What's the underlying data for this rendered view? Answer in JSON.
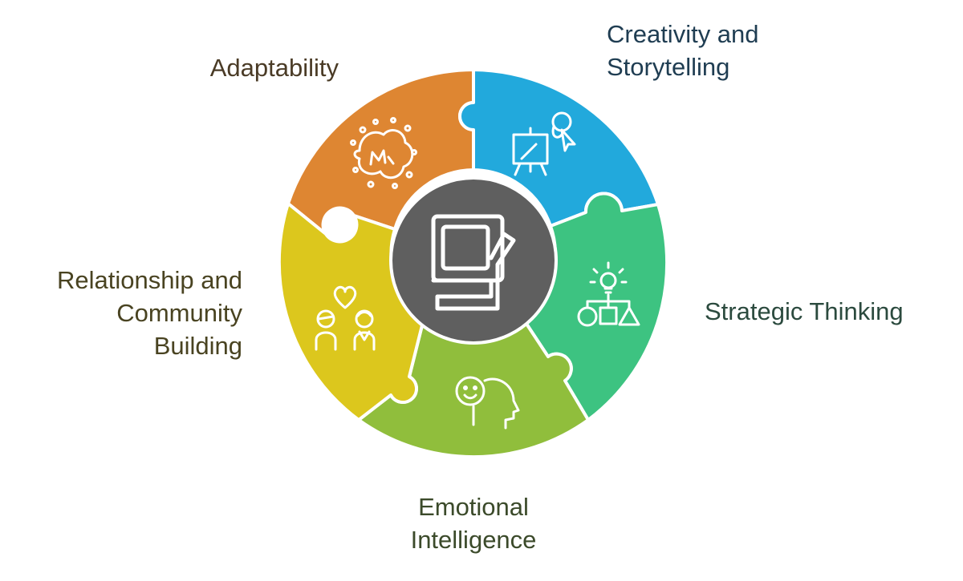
{
  "colors": {
    "adaptability": "#DE8632",
    "creativity": "#22A9DC",
    "strategic": "#3DC381",
    "emotional": "#90BE3C",
    "relationship": "#DCC71D",
    "center": "#5F5F5F",
    "label_adaptability": "#4A3B26",
    "label_creativity": "#1F3D52",
    "label_strategic": "#2B4A3E",
    "label_emotional": "#3B4A2A",
    "label_relationship": "#494321"
  },
  "segments": [
    {
      "id": "adaptability",
      "icon": "meetup-icon",
      "label_lines": [
        "Adaptability"
      ]
    },
    {
      "id": "creativity",
      "icon": "easel-icon",
      "label_lines": [
        "Creativity and",
        "Storytelling"
      ]
    },
    {
      "id": "strategic",
      "icon": "flowchart-icon",
      "label_lines": [
        "Strategic Thinking"
      ]
    },
    {
      "id": "emotional",
      "icon": "head-smile-icon",
      "label_lines": [
        "Emotional",
        "Intelligence"
      ]
    },
    {
      "id": "relationship",
      "icon": "couple-heart-icon",
      "label_lines": [
        "Relationship and",
        "Community",
        "Building"
      ]
    }
  ],
  "center_icon": "computer-hand-icon"
}
